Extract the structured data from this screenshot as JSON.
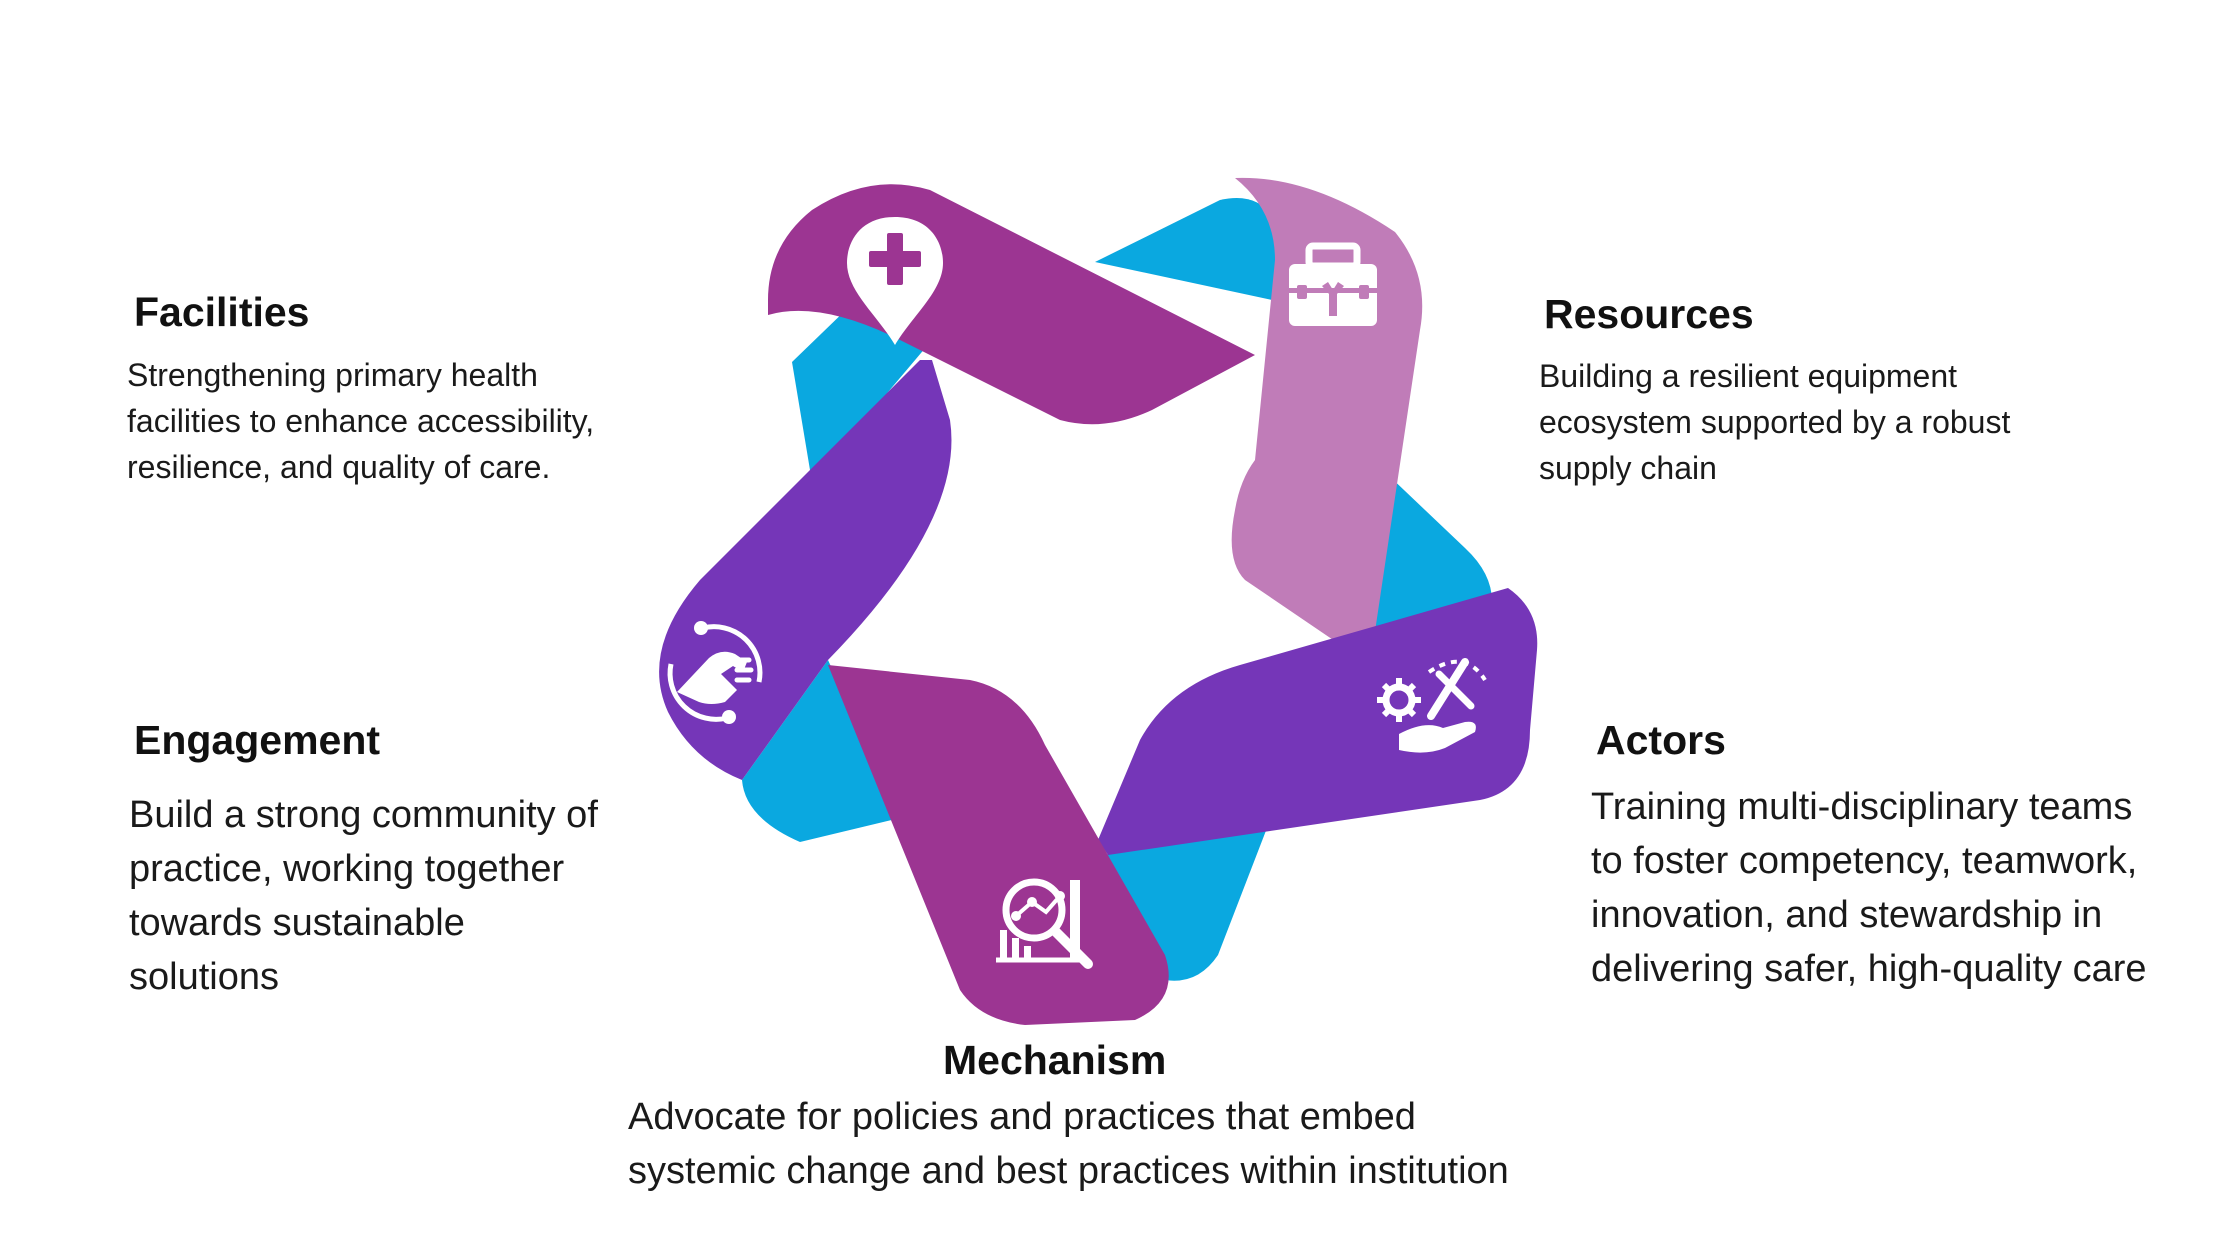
{
  "colors": {
    "cyan": "#0aa8e0",
    "magenta": "#9c3592",
    "violet": "#7536b8",
    "lilac": "#c07cb8",
    "icon": "#ffffff"
  },
  "segments": [
    {
      "name": "Facilities",
      "color": "magenta",
      "icon": "health-location-pin-icon"
    },
    {
      "name": "Resources",
      "color": "lilac",
      "icon": "toolbox-icon"
    },
    {
      "name": "Actors",
      "color": "violet",
      "icon": "gear-tools-hand-icon"
    },
    {
      "name": "Mechanism",
      "color": "magenta",
      "icon": "analytics-magnifier-icon"
    },
    {
      "name": "Engagement",
      "color": "violet",
      "icon": "handshake-icon"
    }
  ],
  "labels": {
    "facilities": {
      "title": "Facilities",
      "text": "Strengthening primary health\nfacilities to enhance accessibility,\nresilience, and quality of care."
    },
    "resources": {
      "title": "Resources",
      "text": "Building a resilient equipment\necosystem supported by a robust\nsupply chain"
    },
    "engagement": {
      "title": "Engagement",
      "text": "Build a strong community of\npractice, working together\ntowards sustainable\nsolutions"
    },
    "actors": {
      "title": "Actors",
      "text": "Training multi-disciplinary teams\nto foster competency, teamwork,\ninnovation, and stewardship in\ndelivering safer, high-quality care"
    },
    "mechanism": {
      "title": "Mechanism",
      "text": "Advocate for policies and practices that embed\nsystemic change and best practices within institution"
    }
  }
}
